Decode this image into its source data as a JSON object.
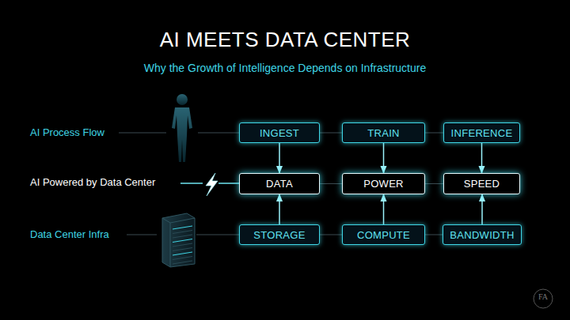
{
  "diagram": {
    "title": "AI MEETS DATA CENTER",
    "nodes": [
      {
        "text": [
          "INGEST"
        ]
      },
      {
        "text": [
          "TRAIN"
        ]
      },
      {
        "text": [
          "INFERENCE"
        ]
      },
      {
        "text": [
          "DATA"
        ]
      },
      {
        "text": [
          "POWER"
        ]
      },
      {
        "text": [
          "SPEED"
        ]
      },
      {
        "text": [
          "STORAGE"
        ]
      },
      {
        "text": [
          "COMPUTE"
        ]
      },
      {
        "text": [
          "BANDWIDTH"
        ]
      }
    ],
    "edges": [
      {
        "from": 0,
        "to": 3,
        "arrow": "to"
      },
      {
        "from": 1,
        "to": 4,
        "arrow": "to"
      },
      {
        "from": 2,
        "to": 5,
        "arrow": "to"
      },
      {
        "from": 6,
        "to": 3,
        "arrow": "to"
      },
      {
        "from": 7,
        "to": 4,
        "arrow": "to"
      },
      {
        "from": 8,
        "to": 5,
        "arrow": "to"
      },
      {
        "from": 0,
        "to": 1,
        "arrow": "none"
      },
      {
        "from": 1,
        "to": 2,
        "arrow": "none"
      },
      {
        "from": 3,
        "to": 4,
        "arrow": "none"
      },
      {
        "from": 4,
        "to": 5,
        "arrow": "none"
      },
      {
        "from": 6,
        "to": 7,
        "arrow": "none"
      },
      {
        "from": 7,
        "to": 8,
        "arrow": "none"
      }
    ],
    "labels": [
      "Why the Growth of Intelligence Depends on Infrastructure",
      "AI Process Flow",
      "AI Powered by Data Center",
      "Data Center Infra",
      "FA"
    ]
  }
}
